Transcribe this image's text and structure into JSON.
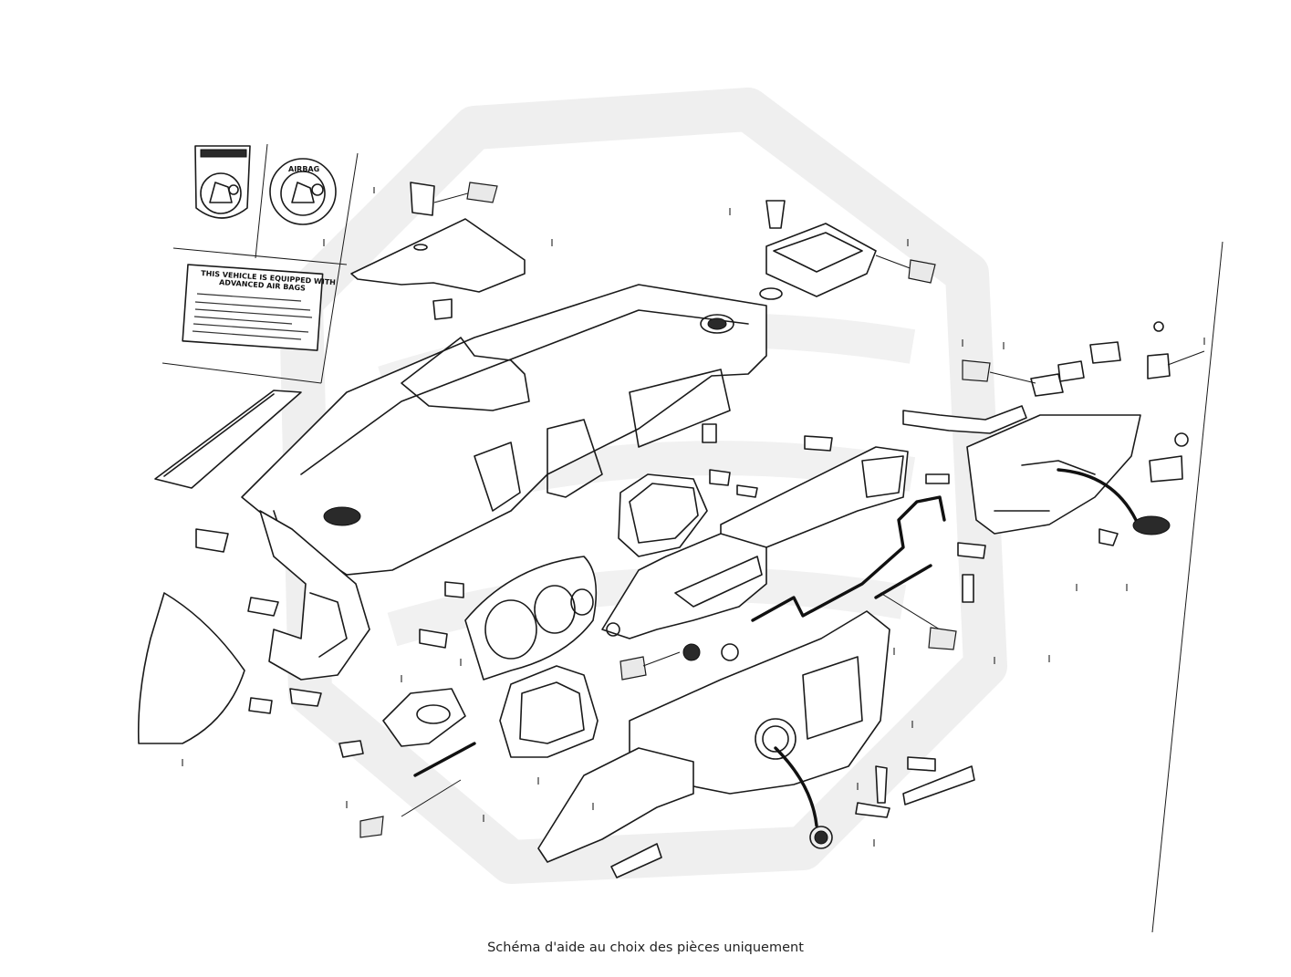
{
  "caption": "Schéma d'aide au choix des pièces uniquement",
  "labels": {
    "warning_plate_title_line1": "THIS VEHICLE IS EQUIPPED WITH",
    "warning_plate_title_line2": "ADVANCED AIR BAGS",
    "airbag_badge": "AIRBAG"
  },
  "colors": {
    "ink": "#1a1a1a",
    "watermark": "#e8e8e8",
    "background": "#ffffff"
  },
  "icons": [
    "airbag-warning-pictogram",
    "child-seat-pictogram",
    "airbag-badge-pictogram"
  ]
}
